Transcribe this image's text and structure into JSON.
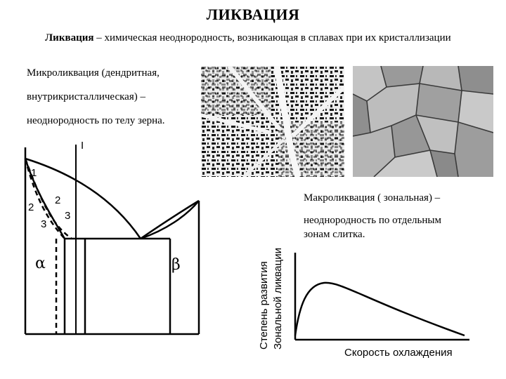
{
  "slide": {
    "title": "ЛИКВАЦИЯ",
    "definition_term": "Ликвация",
    "definition_rest": " – химическая неоднородность, возникающая в сплавах при их кристаллизации"
  },
  "micro": {
    "line1": "Микроликвация (дендритная,",
    "line2": "внутрикристаллическая) –",
    "line3": "неоднородность по телу зерна."
  },
  "macro": {
    "line1": "Макроликвация ( зональная) –",
    "line2": "неоднородность по отдельным",
    "line3": "зонам слитка."
  },
  "phase_diagram": {
    "composition_label": "I",
    "curve_labels": [
      "1",
      "2",
      "2",
      "3",
      "3"
    ],
    "phase_alpha": "α",
    "phase_beta": "β"
  },
  "curve_chart": {
    "ylabel_line1": "Степень развития",
    "ylabel_line2": "Зональной ликвации",
    "xlabel": "Скорость охлаждения"
  }
}
